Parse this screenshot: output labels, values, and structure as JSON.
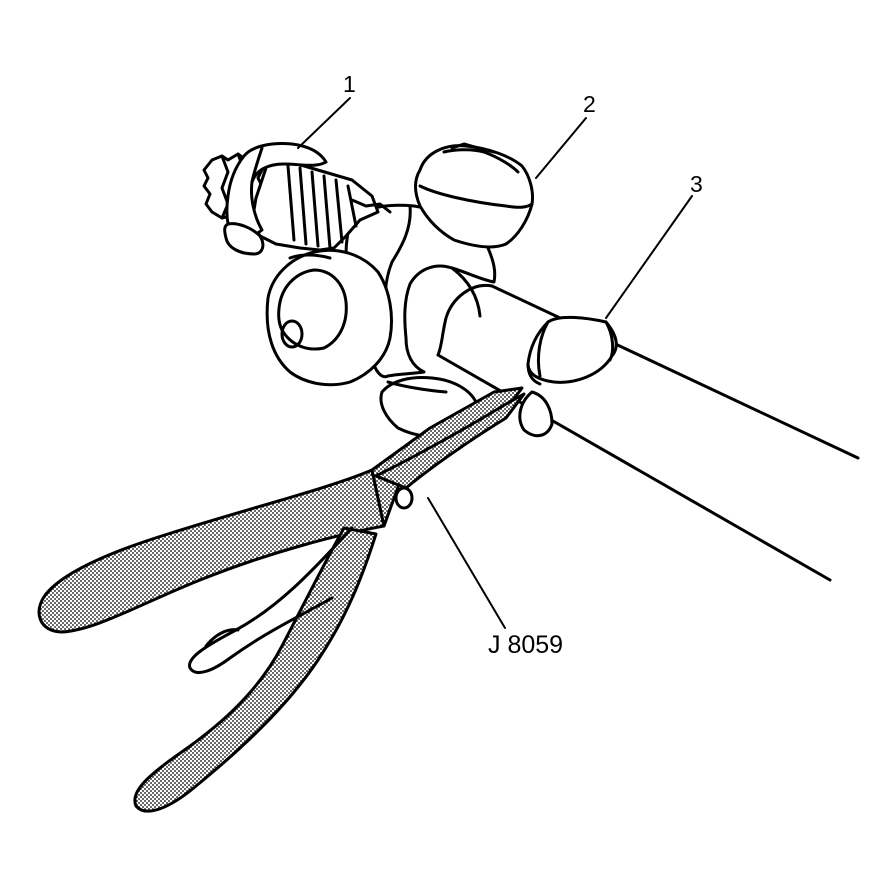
{
  "callouts": {
    "c1": "1",
    "c2": "2",
    "c3": "3",
    "tool": "J 8059"
  },
  "colors": {
    "line": "#000000",
    "background": "#ffffff",
    "handle_fill": "#bdbdbd"
  }
}
